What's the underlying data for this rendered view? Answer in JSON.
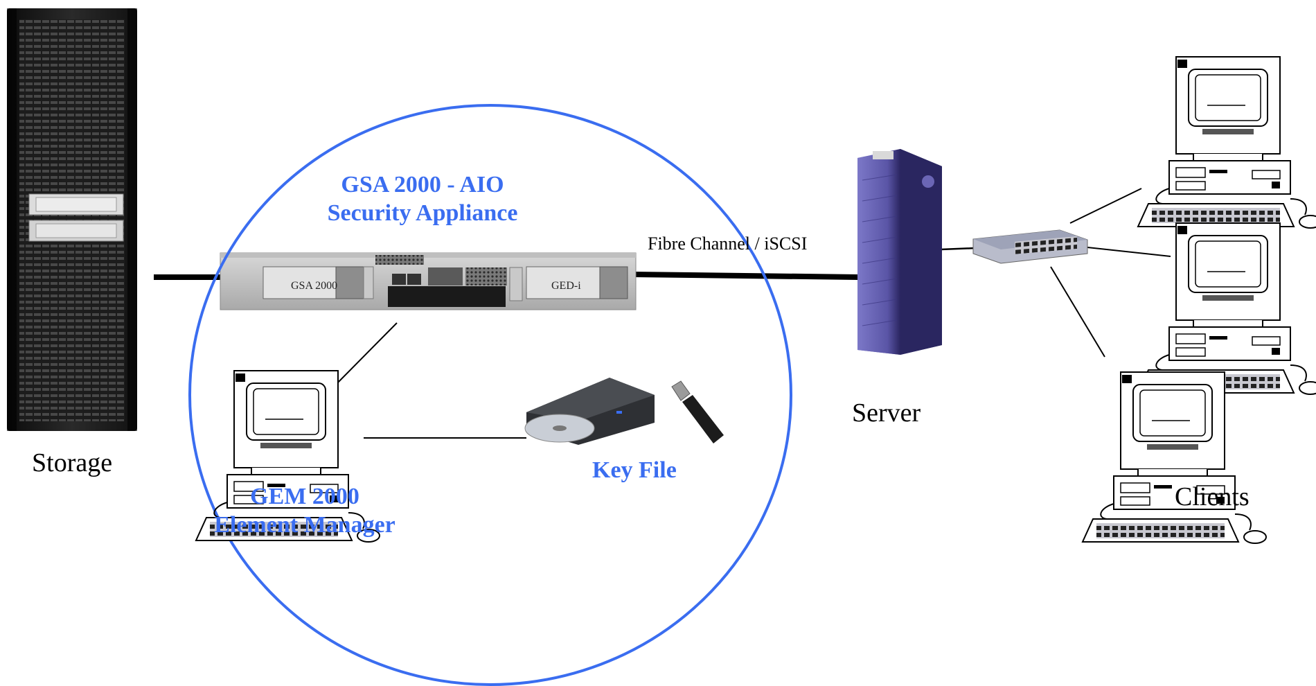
{
  "labels": {
    "storage": "Storage",
    "server": "Server",
    "clients": "Clients",
    "fibre_channel": "Fibre Channel / iSCSI",
    "gsa_line1": "GSA 2000 - AIO",
    "gsa_line2": "Security Appliance",
    "gem_line1": "GEM 2000",
    "gem_line2": "Element Manager",
    "key_file": "Key File"
  },
  "device_text": {
    "gsa_left_bay": "GSA 2000",
    "gsa_right_bay": "GED-i"
  },
  "colors": {
    "highlight_blue": "#3a6df0",
    "server_purple": "#6f6bb8",
    "rack_dark": "#1b1b1b",
    "line": "#000000"
  }
}
